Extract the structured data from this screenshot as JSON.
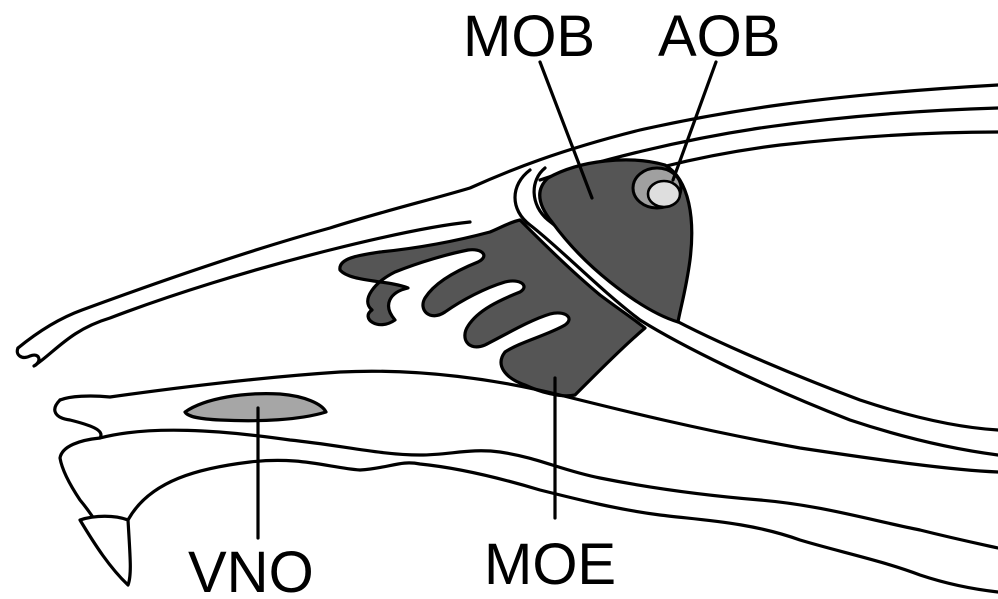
{
  "labels": {
    "mob": "MOB",
    "aob": "AOB",
    "vno": "VNO",
    "moe": "MOE"
  },
  "colors": {
    "outline": "#000000",
    "background": "#ffffff",
    "dark_tissue": "#555555",
    "vno_tissue": "#a6a6a6",
    "aob_outer": "#a0a0a0",
    "aob_inner": "#dedede"
  }
}
